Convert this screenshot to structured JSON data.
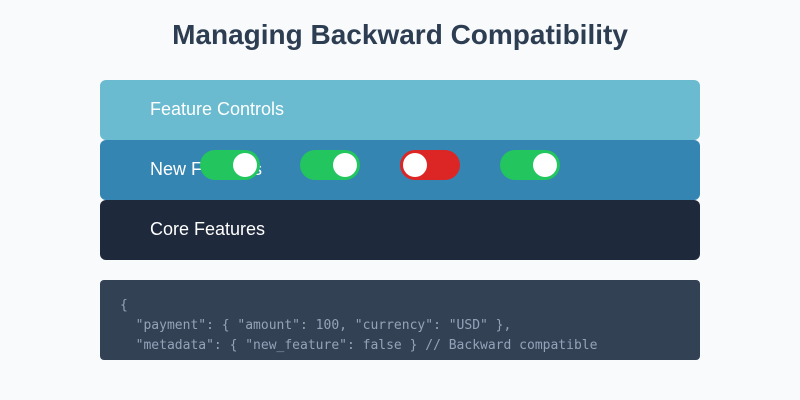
{
  "title": "Managing Backward Compatibility",
  "layers": [
    {
      "label": "Feature Controls",
      "color": "#6abad0"
    },
    {
      "label": "New Features",
      "color": "#3585b2"
    },
    {
      "label": "Core Features",
      "color": "#1e293b"
    }
  ],
  "toggles": [
    {
      "state": "on",
      "color": "#22c55e"
    },
    {
      "state": "on",
      "color": "#22c55e"
    },
    {
      "state": "off",
      "color": "#dc2626"
    },
    {
      "state": "on",
      "color": "#22c55e"
    }
  ],
  "code": {
    "lines": [
      "{",
      "  \"payment\": { \"amount\": 100, \"currency\": \"USD\" },",
      "  \"metadata\": { \"new_feature\": false } // Backward compatible"
    ]
  }
}
